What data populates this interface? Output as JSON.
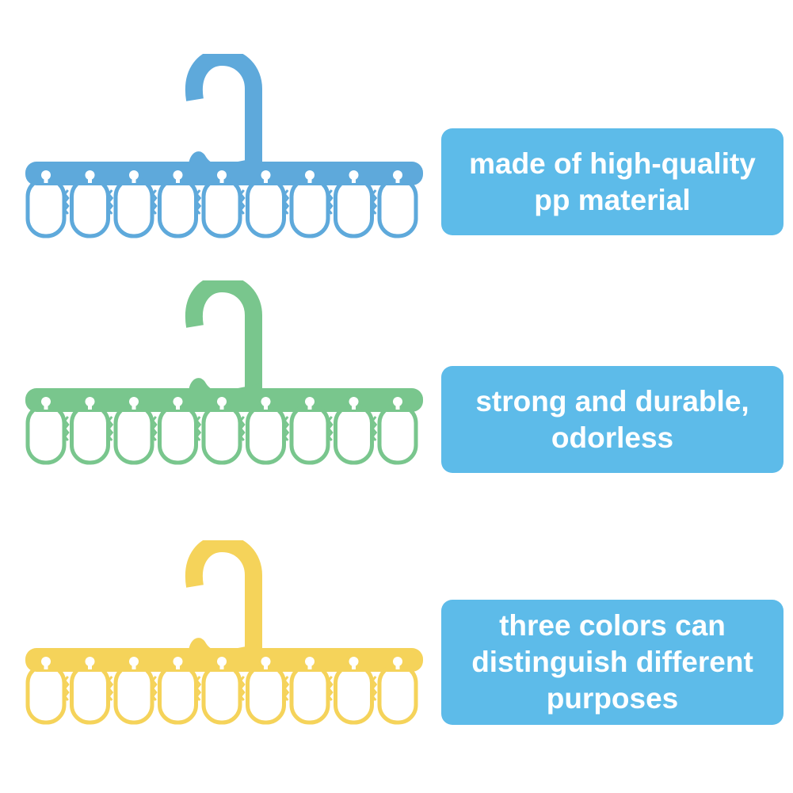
{
  "colors": {
    "callout_bg": "#5dbbe9",
    "callout_text": "#ffffff",
    "hanger_blue": "#5ea9db",
    "hanger_green": "#79c68d",
    "hanger_yellow": "#f5d35a"
  },
  "callouts": [
    {
      "lines": [
        "made of high-quality",
        "pp material"
      ]
    },
    {
      "lines": [
        "strong and durable,",
        "odorless"
      ]
    },
    {
      "lines": [
        "three colors can",
        "distinguish different",
        "purposes"
      ]
    }
  ],
  "hangers": [
    {
      "color_name": "blue",
      "loop_count": 9
    },
    {
      "color_name": "green",
      "loop_count": 9
    },
    {
      "color_name": "yellow",
      "loop_count": 9
    }
  ]
}
